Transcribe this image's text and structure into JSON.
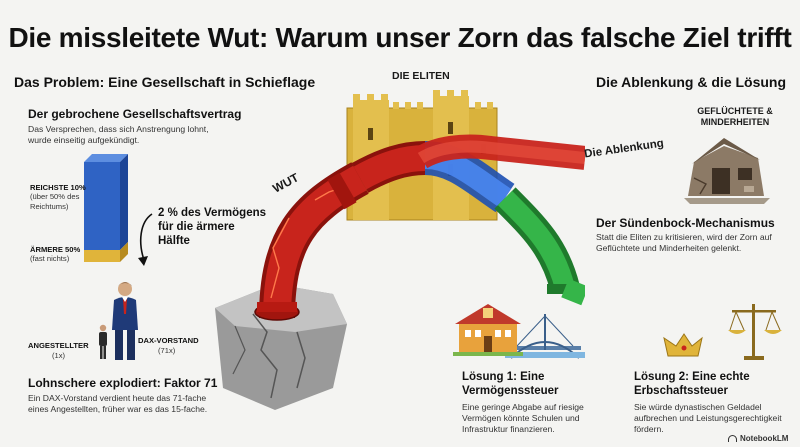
{
  "title": "Die missleitete Wut: Warum unser Zorn das falsche Ziel trifft",
  "left": {
    "heading": "Das Problem: Eine Gesellschaft in Schieflage",
    "contract_heading": "Der gebrochene Gesellschaftsvertrag",
    "contract_text": "Das Versprechen, dass sich Anstrengung lohnt, wurde einseitig aufgekündigt.",
    "richest_label": "REICHSTE 10%",
    "richest_sub": "(über 50% des Reichtums)",
    "poorer_label": "ÄRMERE 50%",
    "poorer_sub": "(fast nichts)",
    "wealth_stat": "2 % des Vermögens für die ärmere Hälfte",
    "employee_label": "ANGESTELLTER",
    "employee_sub": "(1x)",
    "ceo_label": "DAX-VORSTAND",
    "ceo_sub": "(71x)",
    "wage_heading": "Lohnschere explodiert: Faktor 71",
    "wage_text": "Ein DAX-Vorstand verdient heute das 71-fache eines Angestellten, früher war es das 15-fache."
  },
  "center": {
    "elites_label": "DIE ELITEN",
    "anger_label": "WUT",
    "distraction_label": "Die Ablenkung"
  },
  "right": {
    "heading": "Die Ablenkung & die Lösung",
    "refugees_label": "GEFLÜCHTETE & MINDERHEITEN",
    "scapegoat_heading": "Der Sündenbock-Mechanismus",
    "scapegoat_text": "Statt die Eliten zu kritisieren, wird der Zorn auf Geflüchtete und Minderheiten gelenkt.",
    "solution1_title": "Lösung 1: Eine Vermögenssteuer",
    "solution1_text": "Eine geringe Abgabe auf riesige Vermögen könnte Schulen und Infrastruktur finanzieren.",
    "solution2_title": "Lösung 2: Eine echte Erbschaftssteuer",
    "solution2_text": "Sie würde dynastischen Geldadel aufbrechen und Leistungsgerechtigkeit fördern."
  },
  "footer": {
    "brand": "NotebookLM"
  },
  "colors": {
    "pipe_red": "#c8241c",
    "pipe_blue": "#2f6fe0",
    "pipe_green": "#27a03a",
    "castle": "#d9b23c",
    "bar_blue": "#2f63c4",
    "bar_gold": "#e0b43a"
  }
}
